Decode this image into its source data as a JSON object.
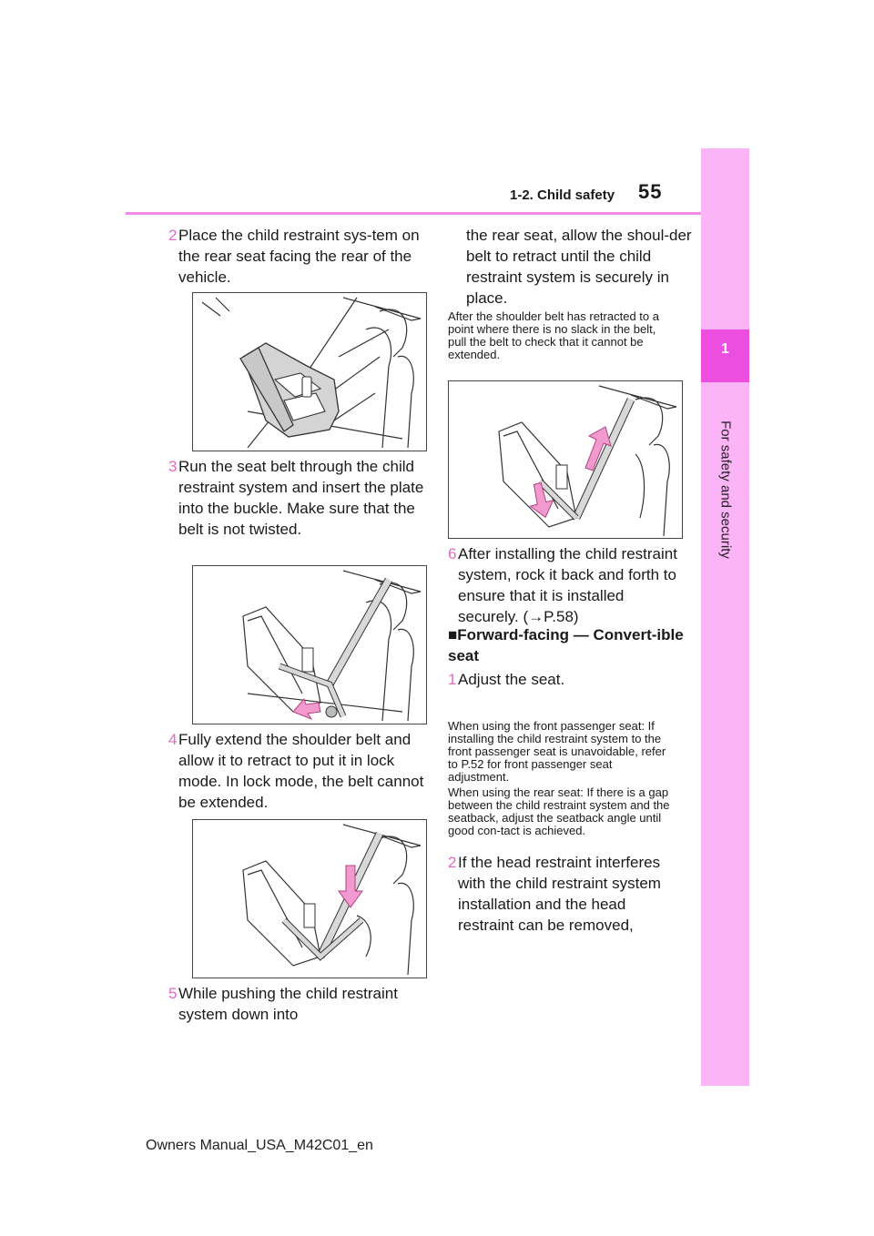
{
  "header": {
    "section": "1-2. Child safety",
    "page_number": "55"
  },
  "side_tab": {
    "chapter_number": "1",
    "chapter_title": "For safety and security"
  },
  "left_column": {
    "step2": {
      "num": "2",
      "text": "Place the child restraint sys-tem on the rear seat facing the rear of the vehicle."
    },
    "step3": {
      "num": "3",
      "text": "Run the seat belt through the child restraint system and insert the plate into the buckle. Make sure that the belt is not twisted."
    },
    "step4": {
      "num": "4",
      "text": "Fully extend the shoulder belt and allow it to retract to put it in lock mode. In lock mode, the belt cannot be extended."
    },
    "step5": {
      "num": "5",
      "text": "While pushing the child restraint system down into"
    }
  },
  "right_column": {
    "step5_cont": "the rear seat, allow the shoul-der belt to retract until the child restraint system is securely in place.",
    "note1": "After the shoulder belt has retracted to a point where there is no slack in the belt, pull the belt to check that it cannot be extended.",
    "step6": {
      "num": "6",
      "text": "After installing the child restraint system, rock it back and forth to ensure that it is installed securely. (→P.58)"
    },
    "heading": "■Forward-facing — Convert-ible seat",
    "step1": {
      "num": "1",
      "text": "Adjust the seat."
    },
    "note2": "When using the front passenger seat: If installing the child restraint system to the front passenger seat is unavoidable, refer to P.52 for front passenger seat adjustment.",
    "note3": "When using the rear seat: If there is a gap between the child restraint system and the seatback, adjust the seatback angle until good con-tact is achieved.",
    "step2b": {
      "num": "2",
      "text": "If the head restraint interferes with the child restraint system installation and the head restraint can be removed,"
    }
  },
  "footer": {
    "text": "Owners Manual_USA_M42C01_en"
  },
  "colors": {
    "accent_pink": "#ec4fe0",
    "tab_pink": "#fbb4f6",
    "rule_pink": "#f08be8",
    "arrow_pink": "#f29ad0"
  },
  "icons": [
    "car-seat-illustration",
    "seat-belt-illustration",
    "push-arrow-icon"
  ]
}
